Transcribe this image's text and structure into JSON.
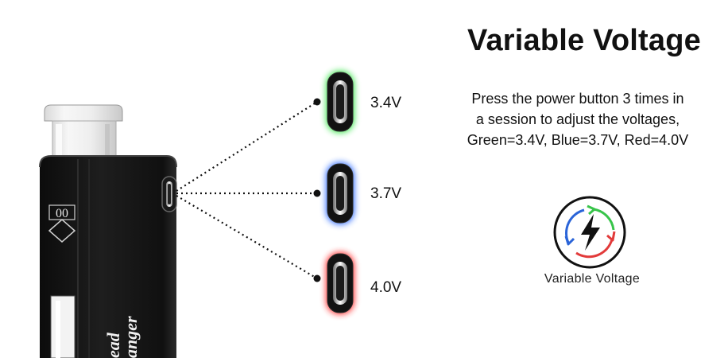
{
  "heading": {
    "title": "Variable Voltage"
  },
  "description": {
    "lines": [
      "Press the power button 3 times in",
      "a session to adjust the voltages,",
      "Green=3.4V, Blue=3.7V, Red=4.0V"
    ]
  },
  "voltages": [
    {
      "label": "3.4V",
      "glow": "#39e64a"
    },
    {
      "label": "3.7V",
      "glow": "#2f6cff"
    },
    {
      "label": "4.0V",
      "glow": "#ff2a2a"
    }
  ],
  "feature_icon": {
    "icon": "lightning-cycle-icon",
    "caption": "Variable Voltage",
    "colors": [
      "#2a64d8",
      "#38c44a",
      "#e23a3a"
    ]
  },
  "device": {
    "logo_text": "00",
    "brand_text": [
      "ead",
      "anger"
    ]
  }
}
